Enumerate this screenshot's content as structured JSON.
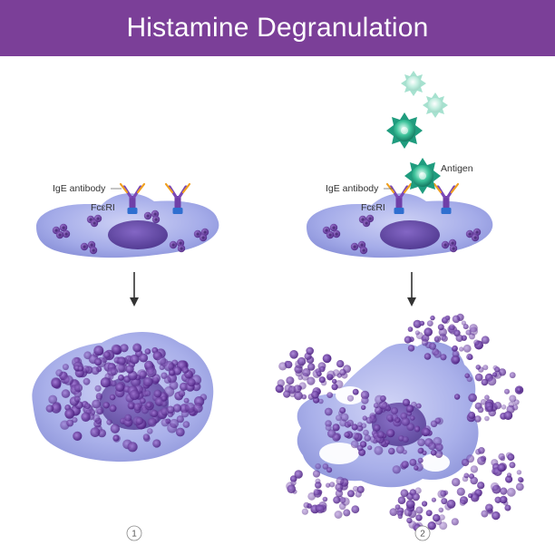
{
  "header": {
    "title": "Histamine Degranulation"
  },
  "labels": {
    "ige_antibody": "IgE antibody",
    "fceri": "FcεRI",
    "antigen": "Antigen"
  },
  "steps": [
    "1",
    "2"
  ],
  "colors": {
    "header_bg": "#7b3f98",
    "cell_body": "#8f98e0",
    "nucleus": "#6a4fae",
    "granule": "#5b2d8e",
    "antigen": "#22a88a",
    "receptor": "#2f6fd0",
    "antibody_arm": "#f0a020"
  }
}
